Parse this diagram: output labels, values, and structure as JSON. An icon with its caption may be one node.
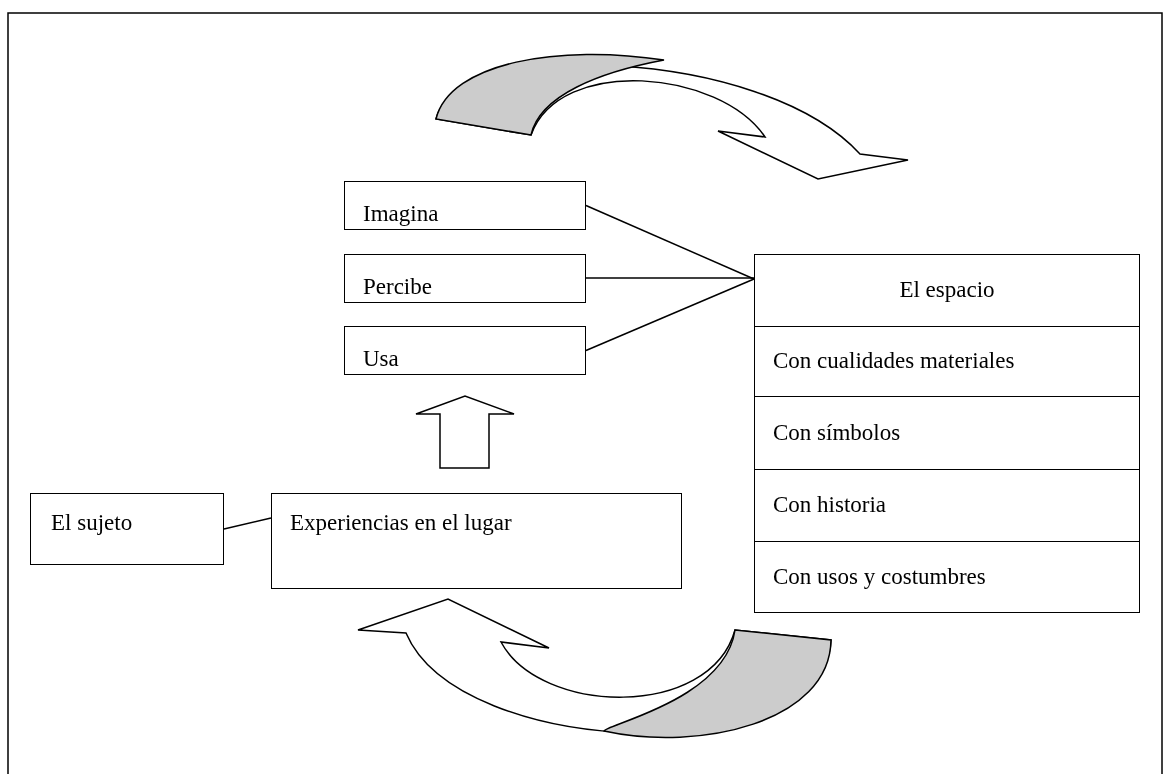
{
  "diagram": {
    "nodes": [
      {
        "text": [
          "Imagina"
        ]
      },
      {
        "text": [
          "Percibe"
        ]
      },
      {
        "text": [
          "Usa"
        ]
      },
      {
        "text": [
          "El espacio",
          "Con cualidades materiales",
          "Con símbolos",
          "Con historia",
          "Con usos y costumbres"
        ]
      },
      {
        "text": [
          "El sujeto"
        ]
      },
      {
        "text": [
          "Experiencias en el lugar"
        ]
      }
    ],
    "edges": [
      {
        "from": 0,
        "to": 3,
        "arrow": "none"
      },
      {
        "from": 1,
        "to": 3,
        "arrow": "none"
      },
      {
        "from": 2,
        "to": 3,
        "arrow": "none"
      },
      {
        "from": 4,
        "to": 5,
        "arrow": "none"
      },
      {
        "from": 5,
        "to": 2,
        "arrow": "to",
        "style": "thick"
      },
      {
        "from": 3,
        "to": 5,
        "arrow": "to",
        "style": "thick"
      }
    ]
  }
}
